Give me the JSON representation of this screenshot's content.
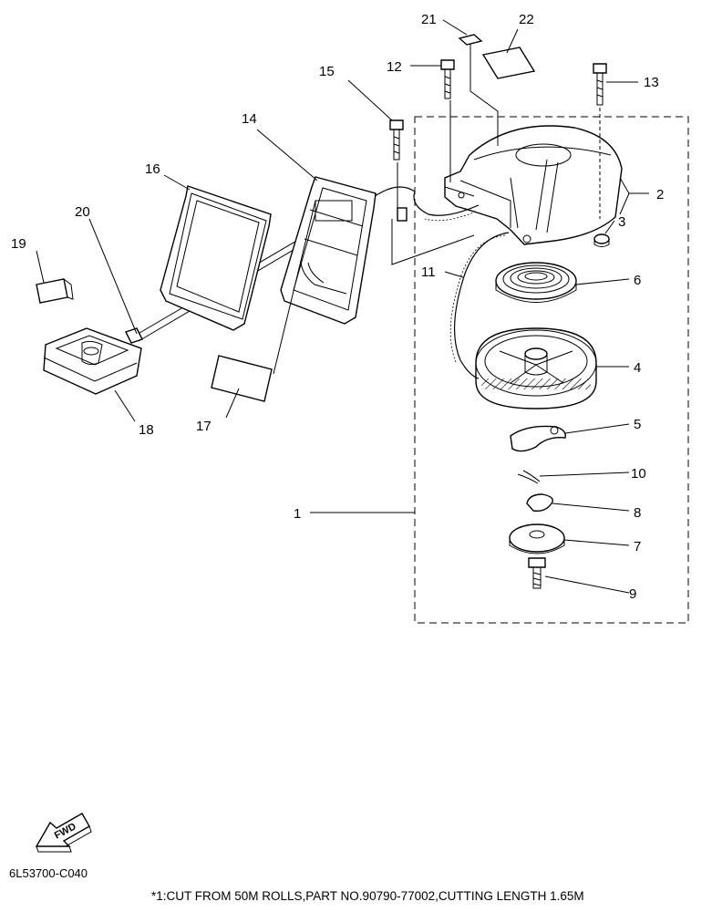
{
  "diagram": {
    "callouts": [
      "1",
      "2",
      "3",
      "4",
      "5",
      "6",
      "7",
      "8",
      "9",
      "10",
      "11",
      "12",
      "13",
      "14",
      "15",
      "16",
      "17",
      "18",
      "19",
      "20",
      "21",
      "22"
    ],
    "drawing_code": "6L53700-C040",
    "footnote": "*1:CUT FROM 50M ROLLS,PART NO.90790-77002,CUTTING LENGTH 1.65M",
    "fwd_label": "FWD"
  }
}
